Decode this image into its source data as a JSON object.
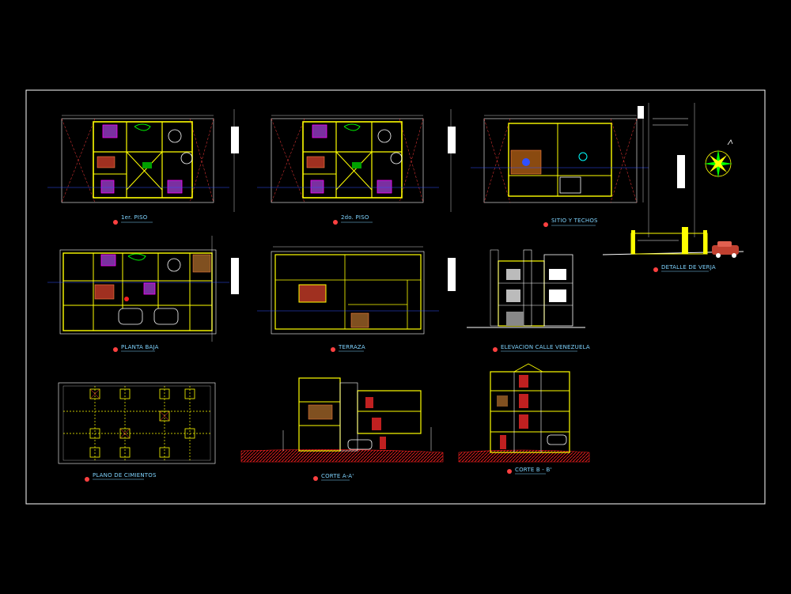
{
  "colors": {
    "background": "#000000",
    "frame": "#ffffff",
    "walls": "#ffff00",
    "axes": "#ff3b3b",
    "furniture": "#ff00ff",
    "plants": "#00ff00",
    "labels": "#7fd4ff",
    "dims": "#ffffff",
    "ground": "#ff2020",
    "accent_blue": "#3050ff",
    "marker": "#ff4040"
  },
  "icons": {
    "title_marker": "circle-marker-icon",
    "north_arrow": "compass-rose-icon",
    "car": "car-icon"
  },
  "drawings": {
    "plan_1": {
      "title": "1er. PISO"
    },
    "plan_2": {
      "title": "2do. PISO"
    },
    "plan_3": {
      "title": "SITIO Y TECHOS"
    },
    "fence": {
      "title": "DETALLE DE VERJA"
    },
    "ground_plan": {
      "title": "PLANTA BAJA"
    },
    "terrace": {
      "title": "TERRAZA"
    },
    "elevation": {
      "title": "ELEVACION CALLE VENEZUELA"
    },
    "foundation": {
      "title": "PLANO DE CIMIENTOS"
    },
    "section_a": {
      "title": "CORTE A-A'"
    },
    "section_b": {
      "title": "CORTE B - B'"
    }
  }
}
